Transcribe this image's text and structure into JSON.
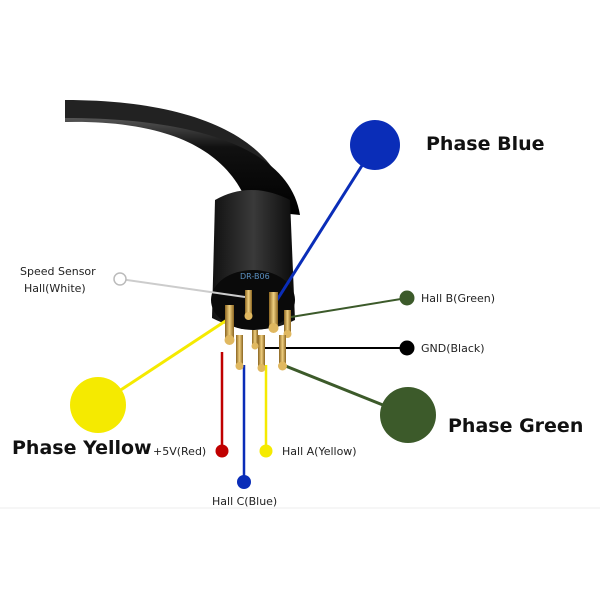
{
  "connector_marking": "DR-B06",
  "labels": {
    "phase_blue": "Phase Blue",
    "speed_sensor_line1": "Speed Sensor",
    "speed_sensor_line2": "Hall(White)",
    "hall_b": "Hall B(Green)",
    "gnd": "GND(Black)",
    "phase_green": "Phase Green",
    "phase_yellow": "Phase Yellow",
    "plus5v": "+5V(Red)",
    "hall_a": "Hall A(Yellow)",
    "hall_c": "Hall C(Blue)"
  },
  "colors": {
    "blue": "#0a2db8",
    "white": "#ffffff",
    "green": "#3c5a2a",
    "black": "#000000",
    "yellow": "#f5ea00",
    "red": "#c00000",
    "gold": "#c9a040"
  }
}
